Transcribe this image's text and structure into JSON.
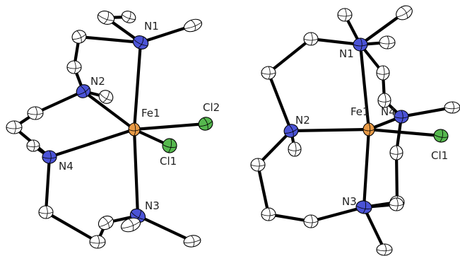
{
  "colors": {
    "background": "#ffffff",
    "bond": "#000000",
    "carbon": "#ffffff",
    "nitrogen": "#4b53d6",
    "iron": "#e89a46",
    "chlorine": "#56b84e"
  },
  "molecules": [
    {
      "atoms": [
        {
          "id": "Fe1",
          "label": "Fe1",
          "element": "Fe"
        },
        {
          "id": "N1",
          "label": "N1",
          "element": "N"
        },
        {
          "id": "N2",
          "label": "N2",
          "element": "N"
        },
        {
          "id": "N3",
          "label": "N3",
          "element": "N"
        },
        {
          "id": "N4",
          "label": "N4",
          "element": "N"
        },
        {
          "id": "Cl1",
          "label": "Cl1",
          "element": "Cl"
        },
        {
          "id": "Cl2",
          "label": "Cl2",
          "element": "Cl"
        },
        {
          "id": "C1",
          "label": "",
          "element": "C"
        },
        {
          "id": "C2",
          "label": "",
          "element": "C"
        },
        {
          "id": "C3",
          "label": "",
          "element": "C"
        },
        {
          "id": "C4",
          "label": "",
          "element": "C"
        },
        {
          "id": "C5",
          "label": "",
          "element": "C"
        },
        {
          "id": "C6",
          "label": "",
          "element": "C"
        },
        {
          "id": "C7",
          "label": "",
          "element": "C"
        },
        {
          "id": "C8",
          "label": "",
          "element": "C"
        },
        {
          "id": "C9",
          "label": "",
          "element": "C"
        },
        {
          "id": "C10",
          "label": "",
          "element": "C"
        },
        {
          "id": "C11",
          "label": "",
          "element": "C"
        },
        {
          "id": "C12",
          "label": "",
          "element": "C"
        },
        {
          "id": "C13",
          "label": "",
          "element": "C"
        },
        {
          "id": "C14",
          "label": "",
          "element": "C"
        }
      ],
      "bonds": [
        [
          "Fe1",
          "N1"
        ],
        [
          "Fe1",
          "N2"
        ],
        [
          "Fe1",
          "N3"
        ],
        [
          "Fe1",
          "N4"
        ],
        [
          "Fe1",
          "Cl1"
        ],
        [
          "Fe1",
          "Cl2"
        ],
        [
          "N1",
          "C1"
        ],
        [
          "N1",
          "C2"
        ],
        [
          "N1",
          "C3"
        ],
        [
          "C2",
          "C4"
        ],
        [
          "C4",
          "N2"
        ],
        [
          "N2",
          "C5"
        ],
        [
          "N2",
          "C6"
        ],
        [
          "C6",
          "C7"
        ],
        [
          "C7",
          "N4"
        ],
        [
          "N4",
          "C8"
        ],
        [
          "N4",
          "C9"
        ],
        [
          "C9",
          "C10"
        ],
        [
          "C10",
          "C11"
        ],
        [
          "C11",
          "N3"
        ],
        [
          "N3",
          "C12"
        ],
        [
          "N3",
          "C13"
        ]
      ]
    },
    {
      "atoms": [
        {
          "id": "Fe1",
          "label": "Fe1",
          "element": "Fe"
        },
        {
          "id": "N1",
          "label": "N1",
          "element": "N"
        },
        {
          "id": "N2",
          "label": "N2",
          "element": "N"
        },
        {
          "id": "N3",
          "label": "N3",
          "element": "N"
        },
        {
          "id": "N4",
          "label": "N4",
          "element": "N"
        },
        {
          "id": "Cl1",
          "label": "Cl1",
          "element": "Cl"
        },
        {
          "id": "C1",
          "label": "",
          "element": "C"
        },
        {
          "id": "C2",
          "label": "",
          "element": "C"
        },
        {
          "id": "C3",
          "label": "",
          "element": "C"
        },
        {
          "id": "C4",
          "label": "",
          "element": "C"
        },
        {
          "id": "C5",
          "label": "",
          "element": "C"
        },
        {
          "id": "C6",
          "label": "",
          "element": "C"
        },
        {
          "id": "C7",
          "label": "",
          "element": "C"
        },
        {
          "id": "C8",
          "label": "",
          "element": "C"
        },
        {
          "id": "C9",
          "label": "",
          "element": "C"
        },
        {
          "id": "C10",
          "label": "",
          "element": "C"
        },
        {
          "id": "C11",
          "label": "",
          "element": "C"
        },
        {
          "id": "C12",
          "label": "",
          "element": "C"
        },
        {
          "id": "C13",
          "label": "",
          "element": "C"
        },
        {
          "id": "C14",
          "label": "",
          "element": "C"
        },
        {
          "id": "C15",
          "label": "",
          "element": "C"
        },
        {
          "id": "C16",
          "label": "",
          "element": "C"
        }
      ],
      "bonds": [
        [
          "Fe1",
          "N1"
        ],
        [
          "Fe1",
          "N2"
        ],
        [
          "Fe1",
          "N3"
        ],
        [
          "Fe1",
          "N4"
        ],
        [
          "Fe1",
          "Cl1"
        ],
        [
          "N1",
          "C1"
        ],
        [
          "N1",
          "C2"
        ],
        [
          "N1",
          "C3"
        ],
        [
          "N1",
          "C4"
        ],
        [
          "C4",
          "C5"
        ],
        [
          "C5",
          "N4"
        ],
        [
          "N4",
          "C6"
        ],
        [
          "N4",
          "C7"
        ],
        [
          "C7",
          "C8"
        ],
        [
          "C8",
          "N3"
        ],
        [
          "N3",
          "C9"
        ],
        [
          "N3",
          "C10"
        ],
        [
          "N3",
          "C11"
        ],
        [
          "C11",
          "C12"
        ],
        [
          "C12",
          "C13"
        ],
        [
          "C13",
          "N2"
        ],
        [
          "N2",
          "C14"
        ],
        [
          "N2",
          "C15"
        ],
        [
          "C15",
          "C16"
        ],
        [
          "C16",
          "N1"
        ]
      ]
    }
  ]
}
